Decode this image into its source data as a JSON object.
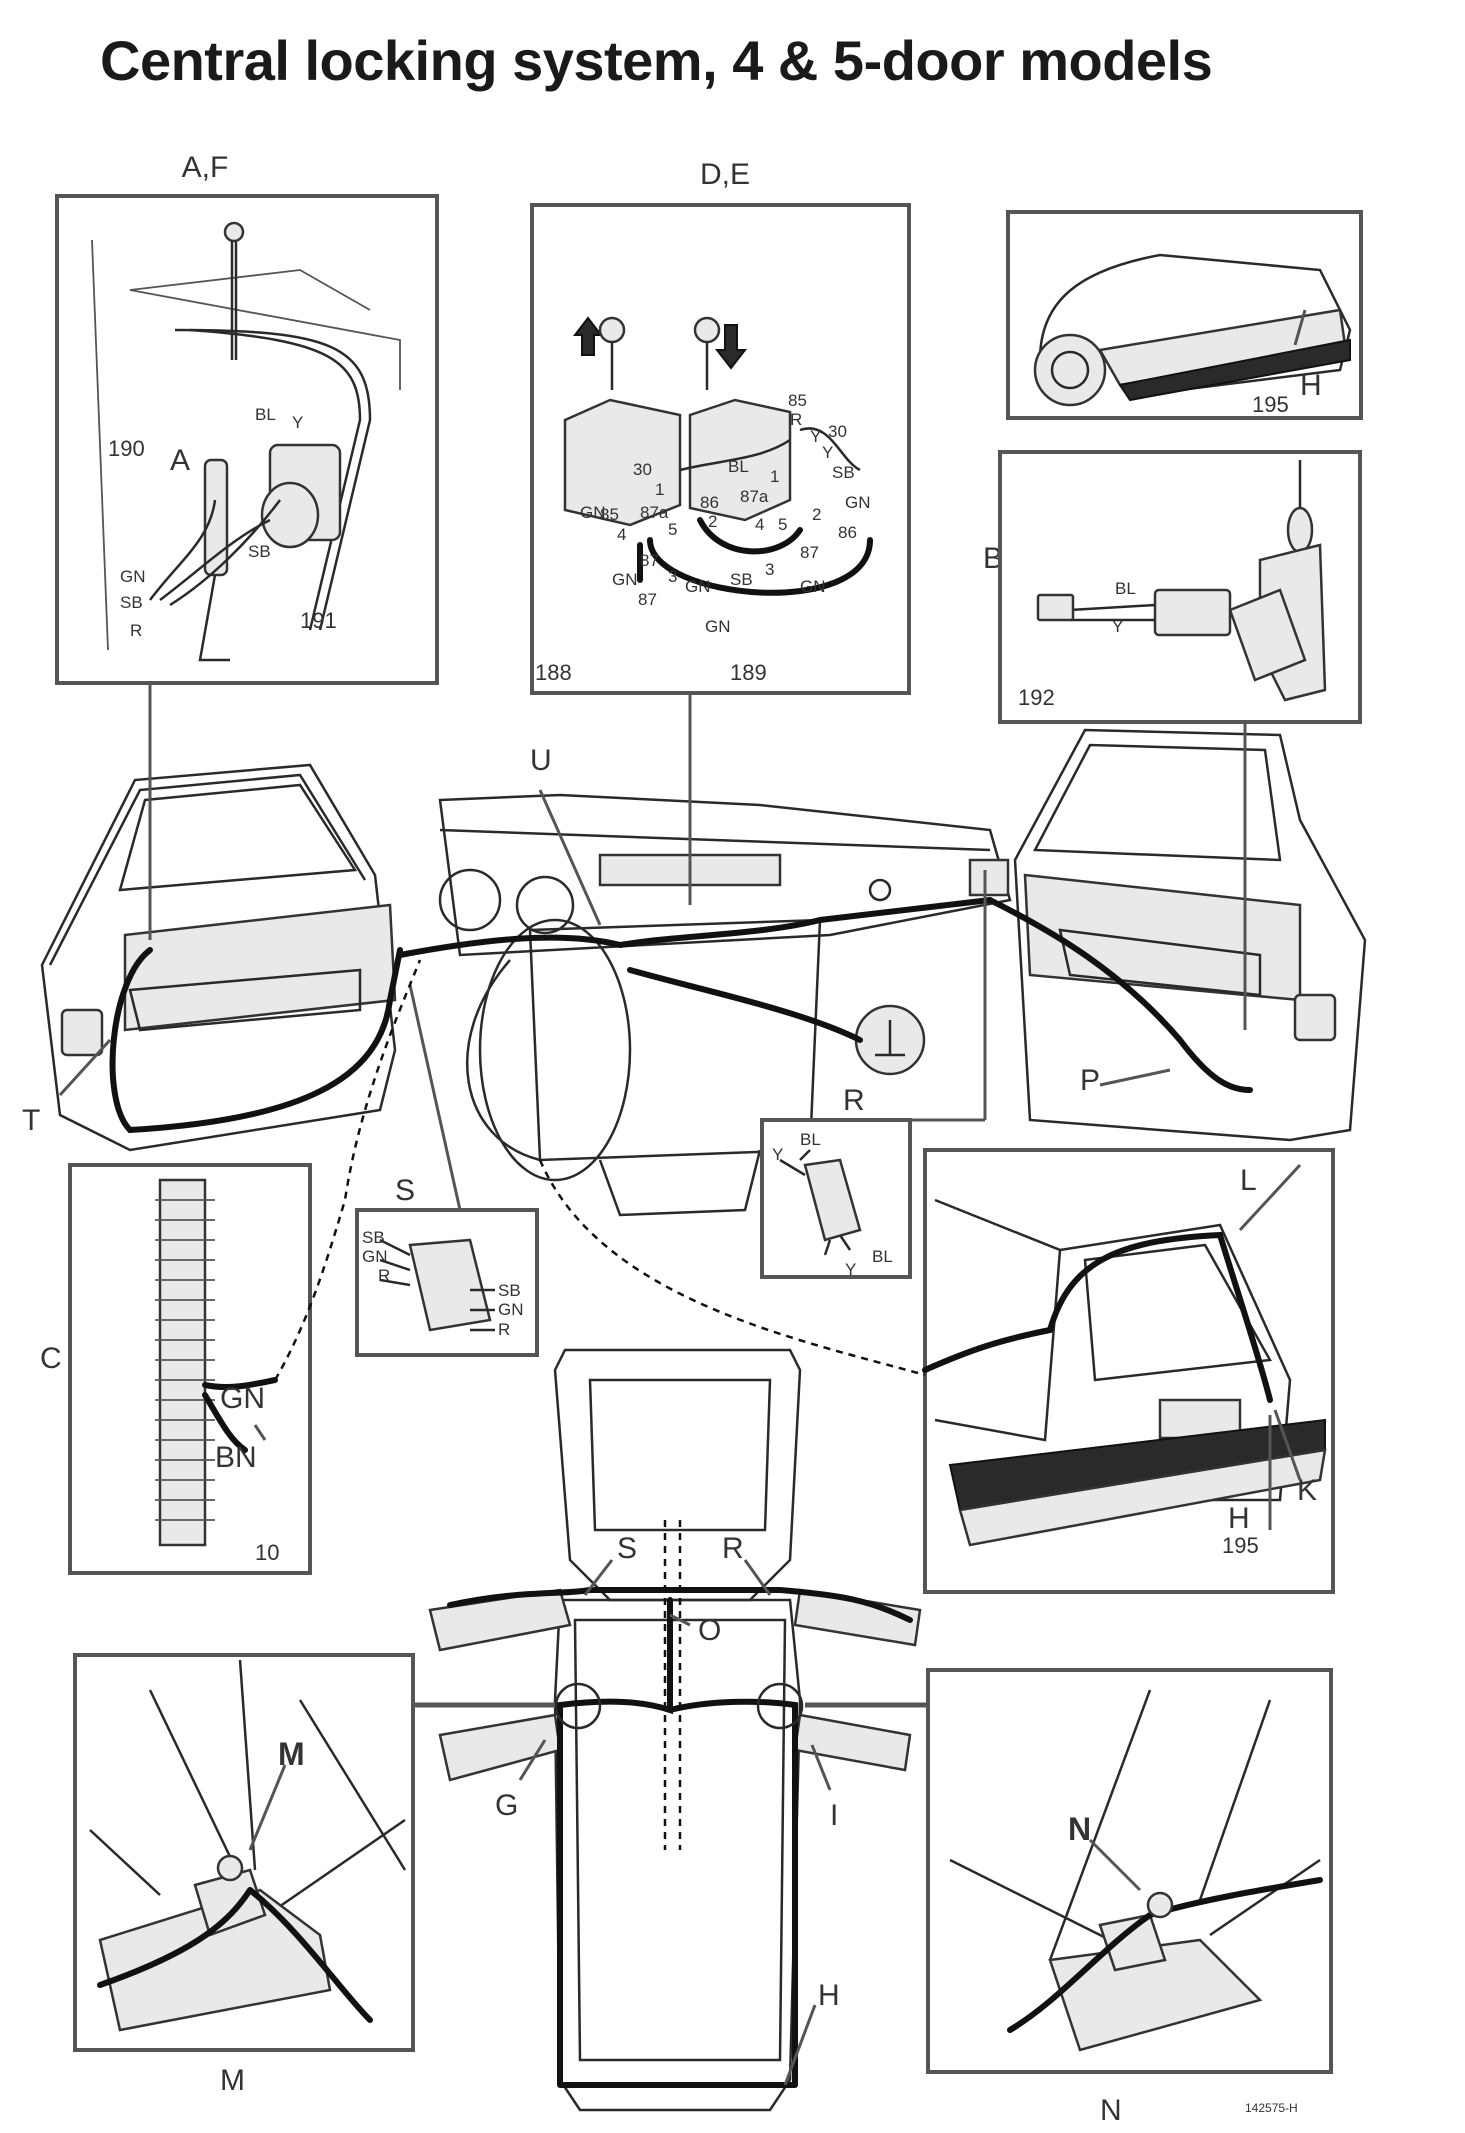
{
  "title": "Central locking system, 4 & 5-door models",
  "panels": {
    "af": {
      "heading": "A,F",
      "callout": "A",
      "refs": [
        "190",
        "191"
      ],
      "wires": [
        "BL",
        "Y",
        "GN",
        "SB",
        "R",
        "SB"
      ]
    },
    "de": {
      "heading": "D,E",
      "refs": [
        "188",
        "189"
      ],
      "wires": [
        "85",
        "R",
        "Y",
        "30",
        "BL",
        "Y",
        "SB",
        "GN",
        "86",
        "GN",
        "GN",
        "SB",
        "GN",
        "GN",
        "GN",
        "87"
      ],
      "pins": [
        "30",
        "1",
        "85",
        "4",
        "87a",
        "5",
        "2",
        "86",
        "3",
        "87",
        "1",
        "87a",
        "5",
        "2",
        "4",
        "3",
        "87"
      ]
    },
    "h_rear": {
      "callout": "H",
      "ref": "195"
    },
    "b": {
      "callout": "B",
      "ref": "192",
      "wires": [
        "BL",
        "Y"
      ]
    },
    "c": {
      "callout": "C",
      "ref": "10",
      "wires": [
        "GN",
        "BN"
      ]
    },
    "s": {
      "callout": "S",
      "left_wires": [
        "SB",
        "GN",
        "R"
      ],
      "right_wires": [
        "SB",
        "GN",
        "R"
      ]
    },
    "r": {
      "callout": "R",
      "wires": [
        "BL",
        "Y",
        "Y",
        "BL"
      ]
    },
    "wagon": {
      "callouts": [
        "L",
        "H",
        "K"
      ],
      "ref": "195"
    },
    "m": {
      "callout": "M",
      "caption": "M"
    },
    "n": {
      "callout": "N",
      "caption": "N"
    }
  },
  "callouts": {
    "u": "U",
    "t": "T",
    "p": "P",
    "top_s": "S",
    "top_r": "R",
    "top_o": "O",
    "top_g": "G",
    "top_i": "I",
    "top_h": "H"
  },
  "footer_ref": "142575-H"
}
